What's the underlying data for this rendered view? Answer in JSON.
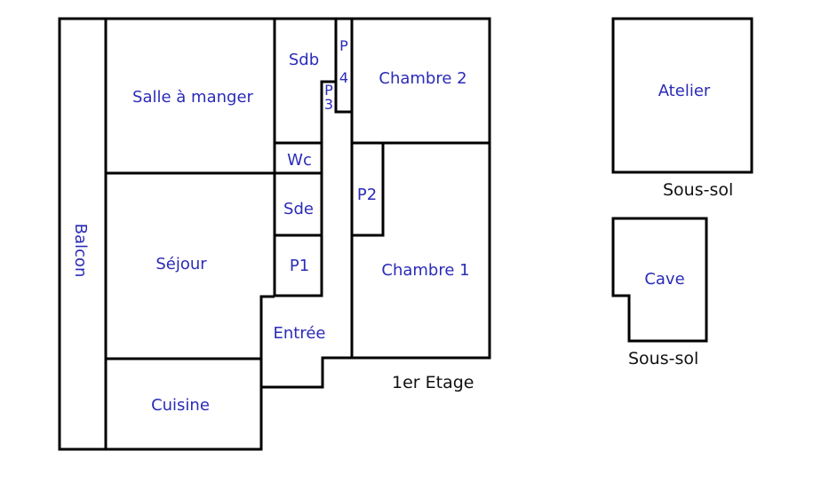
{
  "plan": {
    "rooms": {
      "balcon": "Balcon",
      "salle_a_manger": "Salle à manger",
      "sejour": "Séjour",
      "cuisine": "Cuisine",
      "sdb": "Sdb",
      "wc": "Wc",
      "sde": "Sde",
      "p1": "P1",
      "entree": "Entrée",
      "p2": "P2",
      "p3_top": "P",
      "p3_bottom": "3",
      "p4_top": "P",
      "p4_bottom": "4",
      "chambre_2": "Chambre 2",
      "chambre_1": "Chambre 1",
      "atelier": "Atelier",
      "cave": "Cave"
    },
    "captions": {
      "floor_main": "1er Etage",
      "floor_atelier": "Sous-sol",
      "floor_cave": "Sous-sol"
    },
    "colors": {
      "label": "#2b2bb8",
      "wall": "#000000"
    }
  }
}
